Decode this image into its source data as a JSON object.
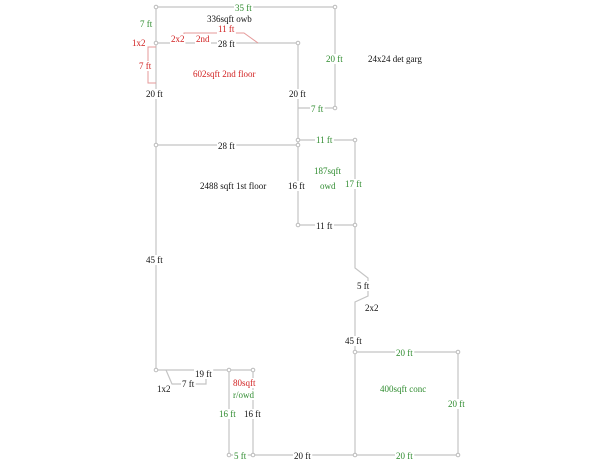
{
  "colors": {
    "line": "#c4c4c4",
    "black": "#111111",
    "green": "#2e8b2e",
    "red": "#d11f1f"
  },
  "labels": {
    "top_35": "35 ft",
    "left_7": "7 ft",
    "area_owb": "336sqft owb",
    "stair_11": "11 ft",
    "l_1x2": "1x2",
    "l_2x2": "2x2",
    "l_2nd": "2nd",
    "top_28": "28 ft",
    "right_20_green": "20 ft",
    "garage": "24x24 det garg",
    "red_7": "7 ft",
    "area_2nd": "602sqft 2nd floor",
    "left_20": "20 ft",
    "right_20": "20 ft",
    "garage_7": "7 ft",
    "mid_28": "28 ft",
    "owd_11_top": "11 ft",
    "area_owd": "187sqft",
    "owd": "owd",
    "owd_17": "17 ft",
    "area_1st": "2488 sqft 1st floor",
    "mid_16": "16 ft",
    "owd_11_bot": "11 ft",
    "left_45": "45 ft",
    "bump_5": "5 ft",
    "bump_2x2": "2x2",
    "right_45": "45 ft",
    "bot_19": "19 ft",
    "bot_1x2": "1x2",
    "bot_7": "7 ft",
    "area_80": "80sqft",
    "area_80_sub": "r/owd",
    "g_16": "16 ft",
    "k_16": "16 ft",
    "bot_5": "5 ft",
    "bot_20": "20 ft",
    "conc_20_top": "20 ft",
    "area_conc": "400sqft conc",
    "conc_20_right": "20 ft",
    "conc_20_bot": "20 ft"
  }
}
